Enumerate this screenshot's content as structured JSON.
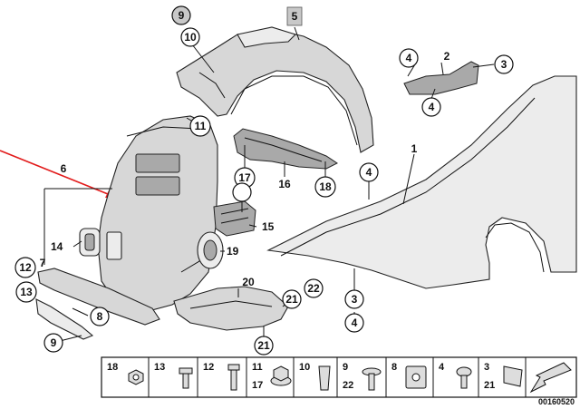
{
  "diagram_id": "00160520",
  "callouts": {
    "c1": "1",
    "c2": "2",
    "c3a": "3",
    "c3b": "3",
    "c4a": "4",
    "c4b": "4",
    "c4c": "4",
    "c4d": "4",
    "c5": "5",
    "c6": "6",
    "c7": "7",
    "c8": "8",
    "c9a": "9",
    "c9b": "9",
    "c10": "10",
    "c11": "11",
    "c12": "12",
    "c13": "13",
    "c14": "14",
    "c15": "15",
    "c16": "16",
    "c17": "17",
    "c18": "18",
    "c19": "19",
    "c20": "20",
    "c21a": "21",
    "c21b": "21",
    "c22": "22"
  },
  "legend": [
    {
      "top": "18",
      "bottom": "",
      "icon": "hex-nut-icon"
    },
    {
      "top": "13",
      "bottom": "",
      "icon": "expanding-rivet-icon"
    },
    {
      "top": "12",
      "bottom": "",
      "icon": "hex-bolt-icon"
    },
    {
      "top": "11",
      "bottom": "17",
      "icon": "flange-nut-icon"
    },
    {
      "top": "10",
      "bottom": "",
      "icon": "spreader-nut-icon"
    },
    {
      "top": "9",
      "bottom": "22",
      "icon": "washer-screw-icon"
    },
    {
      "top": "8",
      "bottom": "",
      "icon": "spring-nut-icon"
    },
    {
      "top": "4",
      "bottom": "",
      "icon": "push-rivet-icon"
    },
    {
      "top": "3",
      "bottom": "21",
      "icon": "clip-nut-icon"
    },
    {
      "top": "",
      "bottom": "",
      "icon": "arrow-pointer-icon"
    }
  ]
}
